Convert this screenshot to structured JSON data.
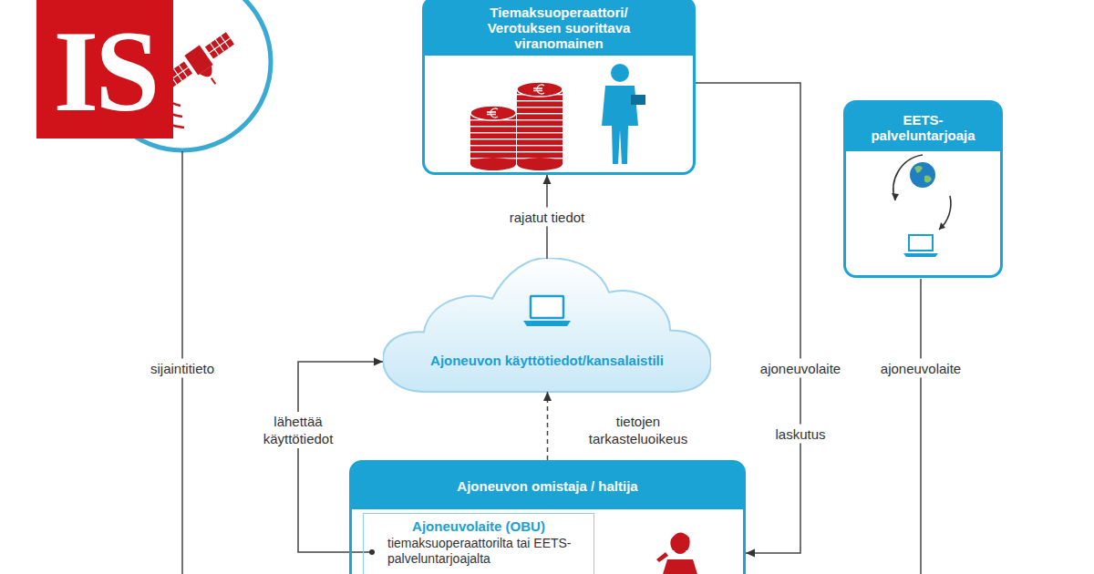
{
  "diagram": {
    "nodes": [
      {
        "text": [
          "Tiemaksuoperaattori/ Verotuksen suorittava viranomainen"
        ]
      },
      {
        "text": [
          "EETS- palveluntarjoaja"
        ]
      },
      {
        "text": [
          "Ajoneuvon käyttötiedot/kansalaistili"
        ]
      },
      {
        "text": [
          "Ajoneuvon omistaja / haltija"
        ]
      },
      {
        "text": [
          "Ajoneuvolaite (OBU)",
          "tiemaksuoperaattorilta tai EETS-palveluntarjoajalta"
        ],
        "in": 3
      }
    ],
    "edges": [
      {
        "from": 2,
        "to": 0,
        "arrow": "to",
        "label": "rajatut tiedot"
      },
      {
        "from": 3,
        "to": 2,
        "arrow": "to",
        "label": "tietojen tarkasteluoikeus"
      },
      {
        "from": 4,
        "to": 2,
        "arrow": "to",
        "label": "lähettää käyttötiedot"
      },
      {
        "from": 0,
        "to": 3,
        "arrow": "to",
        "label": "ajoneuvolaite"
      }
    ],
    "labels": [
      "IS",
      "laskutus",
      "sijaintitieto",
      "ajoneuvolaite"
    ]
  }
}
